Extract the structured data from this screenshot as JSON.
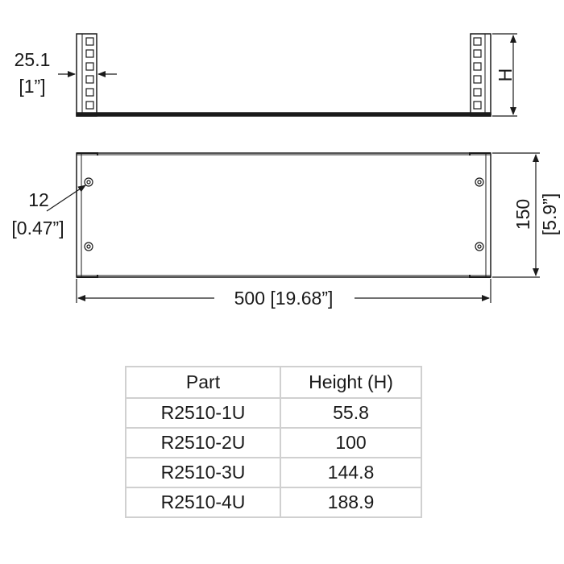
{
  "dimensions": {
    "flange_thickness": "25.1",
    "flange_thickness_in": "[1”]",
    "height_symbol": "H",
    "hole_offset": "12",
    "hole_offset_in": "[0.47”]",
    "depth": "150",
    "depth_in": "[5.9”]",
    "width": "500 [19.68”]"
  },
  "table": {
    "headers": [
      "Part",
      "Height (H)"
    ],
    "rows": [
      {
        "part": "R2510-1U",
        "height": "55.8"
      },
      {
        "part": "R2510-2U",
        "height": "100"
      },
      {
        "part": "R2510-3U",
        "height": "144.8"
      },
      {
        "part": "R2510-4U",
        "height": "188.9"
      }
    ]
  },
  "colors": {
    "line": "#1a1a1a",
    "grid": "#d0d0d0"
  }
}
